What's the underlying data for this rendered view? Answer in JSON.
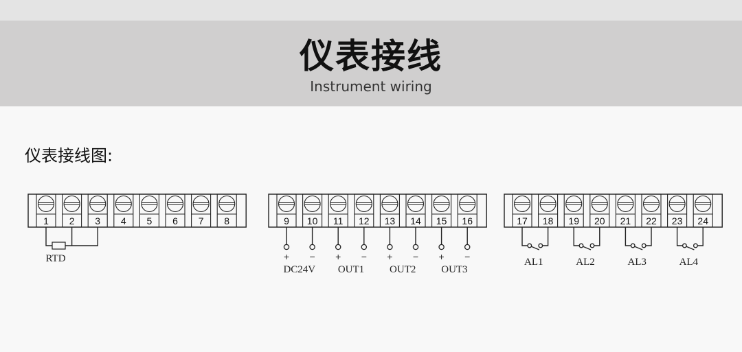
{
  "header": {
    "title": "仪表接线",
    "subtitle": "Instrument wiring"
  },
  "section": {
    "title": "仪表接线图:"
  },
  "colors": {
    "top_strip": "#e4e4e4",
    "band": "#d0cfcf",
    "background": "#f8f8f8",
    "line": "#222222"
  },
  "diagram": {
    "blocks": [
      {
        "terminals": [
          "1",
          "2",
          "3",
          "4",
          "5",
          "6",
          "7",
          "8"
        ],
        "connections": [
          {
            "type": "resistor",
            "terminals": [
              "1",
              "2",
              "3"
            ],
            "label": "RTD"
          }
        ]
      },
      {
        "terminals": [
          "9",
          "10",
          "11",
          "12",
          "13",
          "14",
          "15",
          "16"
        ],
        "connections": [
          {
            "type": "pair",
            "terminals": [
              "9",
              "10"
            ],
            "polarity": [
              "+",
              "−"
            ],
            "label": "DC24V"
          },
          {
            "type": "pair",
            "terminals": [
              "11",
              "12"
            ],
            "polarity": [
              "+",
              "−"
            ],
            "label": "OUT1"
          },
          {
            "type": "pair",
            "terminals": [
              "13",
              "14"
            ],
            "polarity": [
              "+",
              "−"
            ],
            "label": "OUT2"
          },
          {
            "type": "pair",
            "terminals": [
              "15",
              "16"
            ],
            "polarity": [
              "+",
              "−"
            ],
            "label": "OUT3"
          }
        ]
      },
      {
        "terminals": [
          "17",
          "18",
          "19",
          "20",
          "21",
          "22",
          "23",
          "24"
        ],
        "connections": [
          {
            "type": "switch",
            "terminals": [
              "17",
              "18"
            ],
            "label": "AL1"
          },
          {
            "type": "switch",
            "terminals": [
              "19",
              "20"
            ],
            "label": "AL2"
          },
          {
            "type": "switch",
            "terminals": [
              "21",
              "22"
            ],
            "label": "AL3"
          },
          {
            "type": "switch",
            "terminals": [
              "23",
              "24"
            ],
            "label": "AL4"
          }
        ]
      }
    ]
  }
}
